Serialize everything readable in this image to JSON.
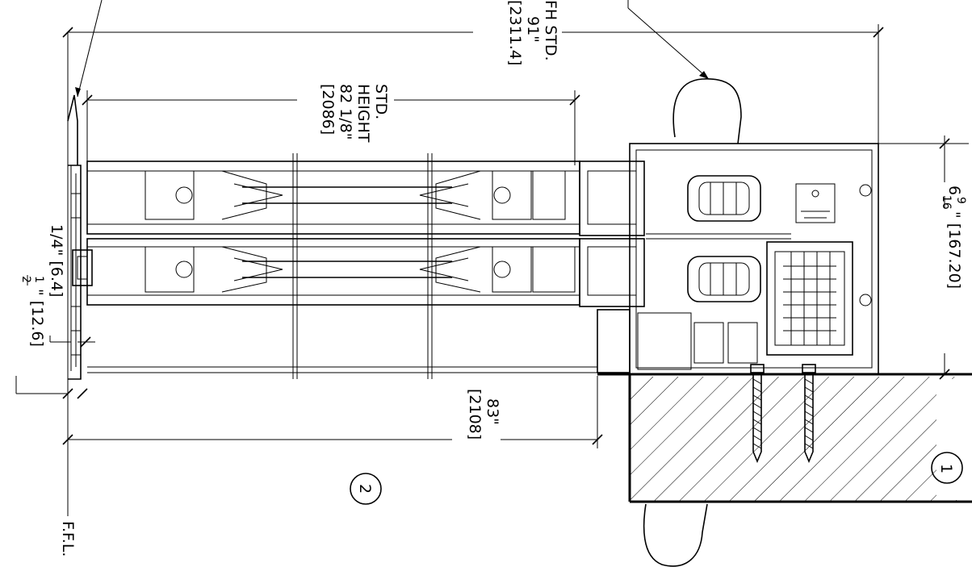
{
  "drawing": {
    "dimensions": {
      "fh_std": {
        "line1": "FH STD.",
        "line2": "91\"",
        "line3": "[2311.4]"
      },
      "std_height": {
        "line1": "STD.",
        "line2": "HEIGHT",
        "line3": "82 1/8\"",
        "line4": "[2086]"
      },
      "bottom_overall": {
        "line1": "83\"",
        "line2": "[2108]"
      },
      "header_depth": {
        "whole": "6",
        "num": "9",
        "den": "16",
        "rest": "\" [167.20]"
      },
      "gap_quarter": "1/4\" [6.4]",
      "gap_half": {
        "num": "1",
        "den": "2",
        "rest": "\" [12.6]"
      }
    },
    "callouts": {
      "c1": "1",
      "c2": "2"
    },
    "ffl_label": "F.F.L."
  }
}
